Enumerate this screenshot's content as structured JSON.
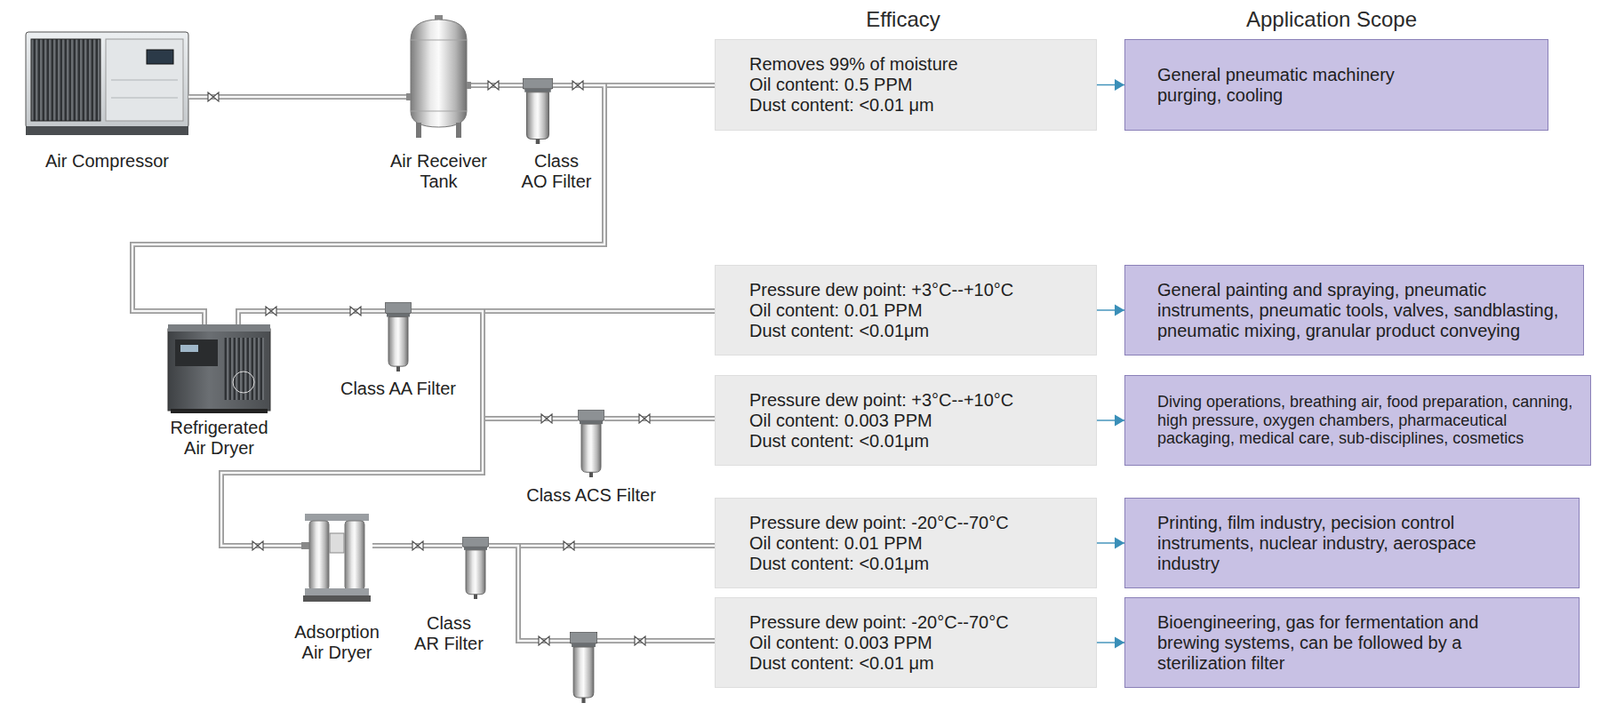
{
  "diagram": {
    "nodes": [
      {
        "text": [
          "Air Compressor"
        ]
      },
      {
        "text": [
          "Air Receiver Tank"
        ]
      },
      {
        "text": [
          "Class AO Filter"
        ]
      },
      {
        "text": [
          "Removes 99% of moisture",
          "Oil content: 0.5 PPM",
          "Dust content: <0.01 μm"
        ]
      },
      {
        "text": [
          "General pneumatic machinery purging, cooling"
        ]
      },
      {
        "text": [
          "Refrigerated Air Dryer"
        ]
      },
      {
        "text": [
          "Class AA Filter"
        ]
      },
      {
        "text": [
          "Pressure dew point: +3°C--+10°C",
          "Oil content: 0.01 PPM",
          "Dust content: <0.01μm"
        ]
      },
      {
        "text": [
          "General painting and spraying, pneumatic instruments, pneumatic tools, valves, sandblasting, pneumatic mixing, granular product conveying"
        ]
      },
      {
        "text": [
          "Class ACS Filter"
        ]
      },
      {
        "text": [
          "Pressure dew point: +3°C--+10°C",
          "Oil content: 0.003 PPM",
          "Dust content: <0.01μm"
        ]
      },
      {
        "text": [
          "Diving operations, breathing air, food preparation, canning, high pressure, oxygen chambers, pharmaceutical packaging, medical care, sub-disciplines, cosmetics"
        ]
      },
      {
        "text": [
          "Adsorption Air Dryer"
        ]
      },
      {
        "text": [
          "Class AR Filter"
        ]
      },
      {
        "text": [
          "Pressure dew point: -20°C--70°C",
          "Oil content: 0.01 PPM",
          "Dust content: <0.01μm"
        ]
      },
      {
        "text": [
          "Printing, film industry, pecision control instruments, nuclear industry, aerospace industry"
        ]
      },
      {
        "text": [
          "Pressure dew point: -20°C--70°C",
          "Oil content: 0.003 PPM",
          "Dust content: <0.01 μm"
        ]
      },
      {
        "text": [
          "Bioengineering, gas for fermentation and brewing systems, can be followed by a sterilization filter"
        ]
      }
    ],
    "edges": [
      {
        "from": 0,
        "to": 1,
        "arrow": "none"
      },
      {
        "from": 1,
        "to": 2,
        "arrow": "none"
      },
      {
        "from": 2,
        "to": 3,
        "arrow": "none"
      },
      {
        "from": 2,
        "to": 5,
        "arrow": "none"
      },
      {
        "from": 5,
        "to": 6,
        "arrow": "none"
      },
      {
        "from": 6,
        "to": 7,
        "arrow": "none"
      },
      {
        "from": 6,
        "to": 9,
        "arrow": "none"
      },
      {
        "from": 9,
        "to": 10,
        "arrow": "none"
      },
      {
        "from": 6,
        "to": 12,
        "arrow": "none"
      },
      {
        "from": 12,
        "to": 13,
        "arrow": "none"
      },
      {
        "from": 13,
        "to": 14,
        "arrow": "none"
      },
      {
        "from": 13,
        "to": 16,
        "arrow": "none"
      },
      {
        "from": 3,
        "to": 4,
        "arrow": "to"
      },
      {
        "from": 7,
        "to": 8,
        "arrow": "to"
      },
      {
        "from": 10,
        "to": 11,
        "arrow": "to"
      },
      {
        "from": 14,
        "to": 15,
        "arrow": "to"
      },
      {
        "from": 16,
        "to": 17,
        "arrow": "to"
      }
    ],
    "labels": [
      "Efficacy",
      "Application Scope"
    ]
  }
}
